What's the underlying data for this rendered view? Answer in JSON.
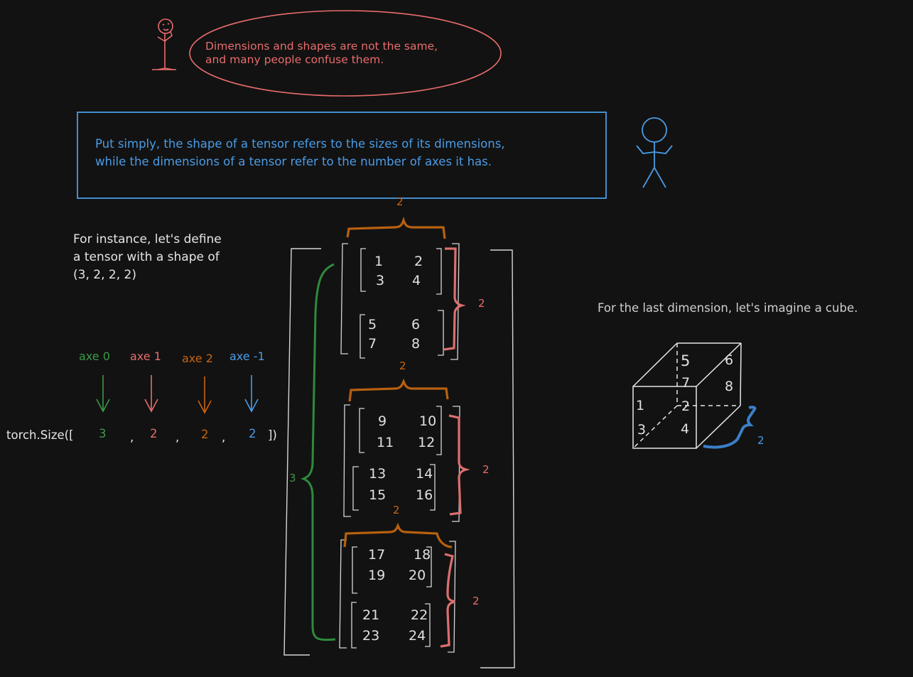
{
  "notes": {
    "speech": "Dimensions and shapes are not the same,\nand many people confuse them.",
    "definition_line1": "Put simply, the shape of a tensor refers to the sizes of its dimensions,",
    "definition_line2": "while the dimensions of a tensor refer to the number of axes it has.",
    "instance_line1": "For instance, let's define",
    "instance_line2": "a tensor with a shape of",
    "instance_line3": "(3, 2, 2, 2)",
    "cube_caption": "For the last dimension, let's imagine a cube."
  },
  "axes": {
    "axe0": "axe 0",
    "axe1": "axe 1",
    "axe2": "axe 2",
    "axem1": "axe -1"
  },
  "torch_size": {
    "prefix": "torch.Size([",
    "d0": "3",
    "comma1": ",",
    "d1": "2",
    "comma2": ",",
    "d2": "2",
    "comma3": ",",
    "d3": "2",
    "suffix": "])"
  },
  "tensor": {
    "block0": {
      "m0": [
        "1",
        "2",
        "3",
        "4"
      ],
      "m1": [
        "5",
        "6",
        "7",
        "8"
      ]
    },
    "block1": {
      "m0": [
        "9",
        "10",
        "11",
        "12"
      ],
      "m1": [
        "13",
        "14",
        "15",
        "16"
      ]
    },
    "block2": {
      "m0": [
        "17",
        "18",
        "19",
        "20"
      ],
      "m1": [
        "21",
        "22",
        "23",
        "24"
      ]
    }
  },
  "brace_labels": {
    "outer": "3",
    "top0": "2",
    "top1": "2",
    "top2": "2",
    "side0": "2",
    "side1": "2",
    "side2": "2",
    "cube": "2"
  },
  "cube": {
    "front": [
      "1",
      "3",
      "2",
      "4"
    ],
    "back": [
      "5",
      "6",
      "7",
      "8"
    ]
  },
  "colors": {
    "background": "#121212",
    "red": "#e96c6c",
    "blue": "#4a9ce6",
    "green": "#3a9a45",
    "orange": "#c8650f",
    "pink_brace": "#e07575",
    "white": "#e6e6e6"
  }
}
